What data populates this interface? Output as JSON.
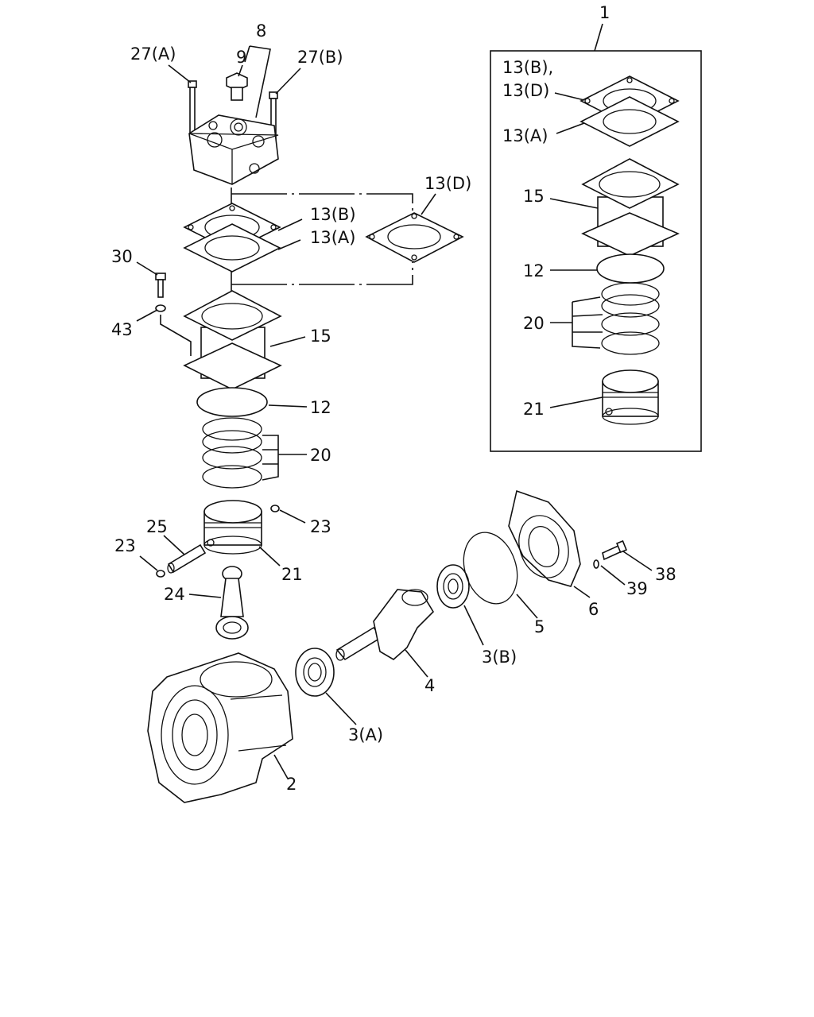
{
  "labels": {
    "l1": "1",
    "l2": "2",
    "l3a": "3(A)",
    "l3b": "3(B)",
    "l4": "4",
    "l5": "5",
    "l6": "6",
    "l8": "8",
    "l9": "9",
    "l12": "12",
    "l12_inset": "12",
    "l13a": "13(A)",
    "l13b": "13(B)",
    "l13d": "13(D)",
    "l13bd_inset_1": "13(B),",
    "l13bd_inset_2": "13(D)",
    "l13a_inset": "13(A)",
    "l15": "15",
    "l15_inset": "15",
    "l20": "20",
    "l20_inset": "20",
    "l21": "21",
    "l21_inset": "21",
    "l23_right": "23",
    "l23_left": "23",
    "l24": "24",
    "l25": "25",
    "l27a": "27(A)",
    "l27b": "27(B)",
    "l30": "30",
    "l38": "38",
    "l39": "39",
    "l43": "43"
  }
}
